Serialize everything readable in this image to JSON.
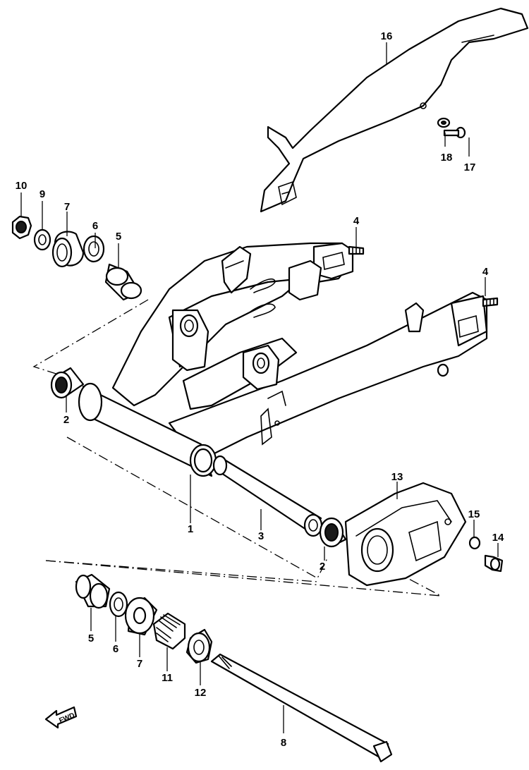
{
  "callouts": {
    "c1": "1",
    "c2a": "2",
    "c2b": "2",
    "c3": "3",
    "c4a": "4",
    "c4b": "4",
    "c5a": "5",
    "c5b": "5",
    "c6a": "6",
    "c6b": "6",
    "c7a": "7",
    "c7b": "7",
    "c8": "8",
    "c9": "9",
    "c10": "10",
    "c11": "11",
    "c12": "12",
    "c13": "13",
    "c14": "14",
    "c15": "15",
    "c16": "16",
    "c17": "17",
    "c18": "18"
  },
  "fwd_marker": {
    "label": "FWD",
    "icon": "arrow-left-icon"
  }
}
